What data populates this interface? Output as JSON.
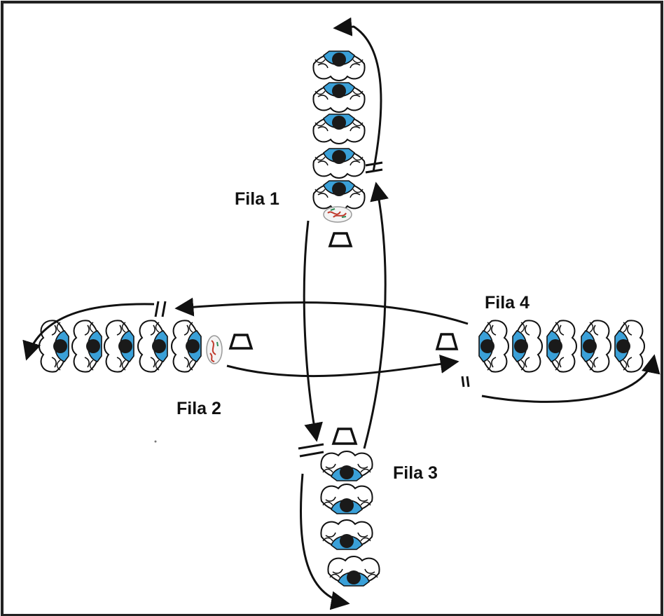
{
  "labels": {
    "fila1": "Fila 1",
    "fila2": "Fila 2",
    "fila3": "Fila 3",
    "fila4": "Fila 4"
  },
  "rows": [
    {
      "name": "Fila 1",
      "players": 5,
      "facing": "down",
      "has_ball": true
    },
    {
      "name": "Fila 2",
      "players": 5,
      "facing": "right",
      "has_ball": true
    },
    {
      "name": "Fila 3",
      "players": 4,
      "facing": "up",
      "has_ball": false
    },
    {
      "name": "Fila 4",
      "players": 5,
      "facing": "left",
      "has_ball": false
    }
  ],
  "colors": {
    "jersey": "#3aa0d8",
    "ink": "#111111",
    "frame": "#222222",
    "ball_red": "#c0392b",
    "ball_green": "#2e8b57"
  },
  "icons": [
    "player-icon",
    "ball-icon",
    "cone-icon",
    "arrow-icon"
  ]
}
